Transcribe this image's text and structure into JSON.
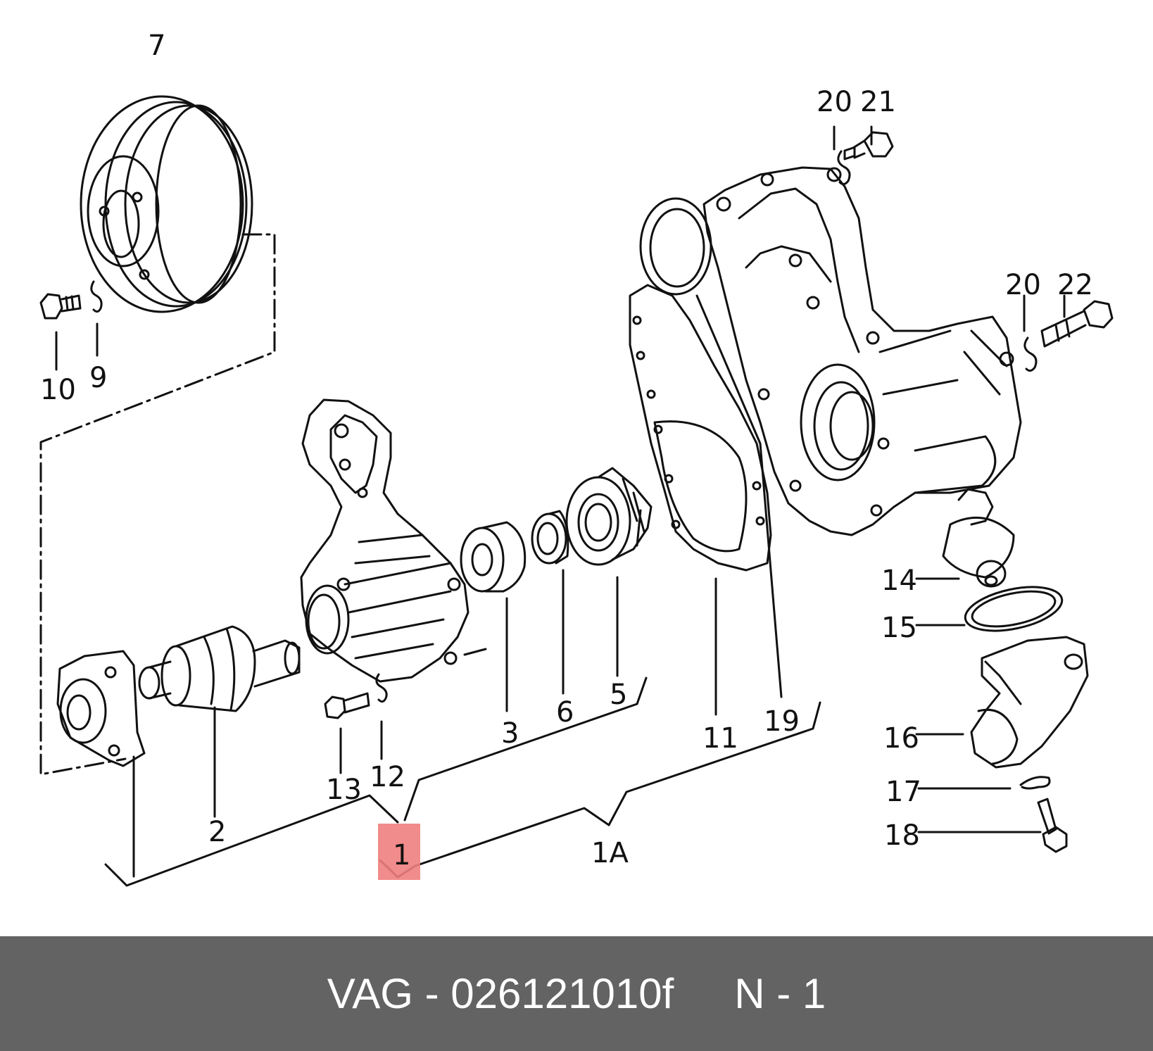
{
  "diagram": {
    "labels": [
      "1",
      "1A",
      "2",
      "3",
      "5",
      "6",
      "7",
      "9",
      "10",
      "11",
      "12",
      "13",
      "14",
      "15",
      "16",
      "17",
      "18",
      "19",
      "20",
      "20",
      "21",
      "22"
    ],
    "highlight_label": "1",
    "highlight_color": "#f08080",
    "line_color": "#111111"
  },
  "footer": {
    "brand": "VAG",
    "separator": "-",
    "part_number": "026121010f",
    "position": "N - 1",
    "background": "#636363"
  }
}
